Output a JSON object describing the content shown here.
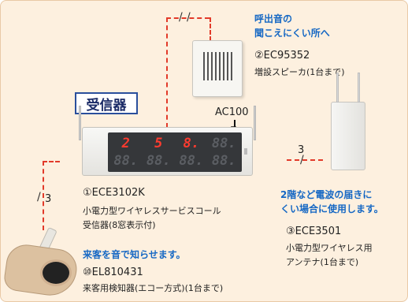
{
  "receiver": {
    "box_label": "受信器",
    "ac_label": "AC100",
    "display_top": [
      "2",
      "5",
      "8.",
      "88."
    ],
    "display_bottom": [
      "88.",
      "88.",
      "88.",
      "88."
    ],
    "caption": [
      "①ECE3102K",
      "小電力型ワイヤレスサービスコール",
      "受信器(8窓表示付)"
    ]
  },
  "speaker": {
    "heading": [
      "呼出音の",
      "聞こえにくい所へ"
    ],
    "model": "②EC95352",
    "desc": "増設スピーカ(1台まで)"
  },
  "antenna": {
    "heading": [
      "2階など電波の届きに",
      "くい場合に使用します。"
    ],
    "model": "③ECE3501",
    "desc": [
      "小電力型ワイヤレス用",
      "アンテナ(1台まで)"
    ]
  },
  "detector": {
    "heading": "来客を音で知らせます。",
    "model": "⑩EL810431",
    "desc": "来客用検知器(エコー方式)(1台まで)"
  },
  "wire_counts": {
    "antenna_line": "3",
    "detector_line": "3"
  },
  "colors": {
    "background": "#fdf0df",
    "wire": "#e23a2a",
    "accent_blue": "#1668c4",
    "display_on": "#ff3b2f"
  }
}
